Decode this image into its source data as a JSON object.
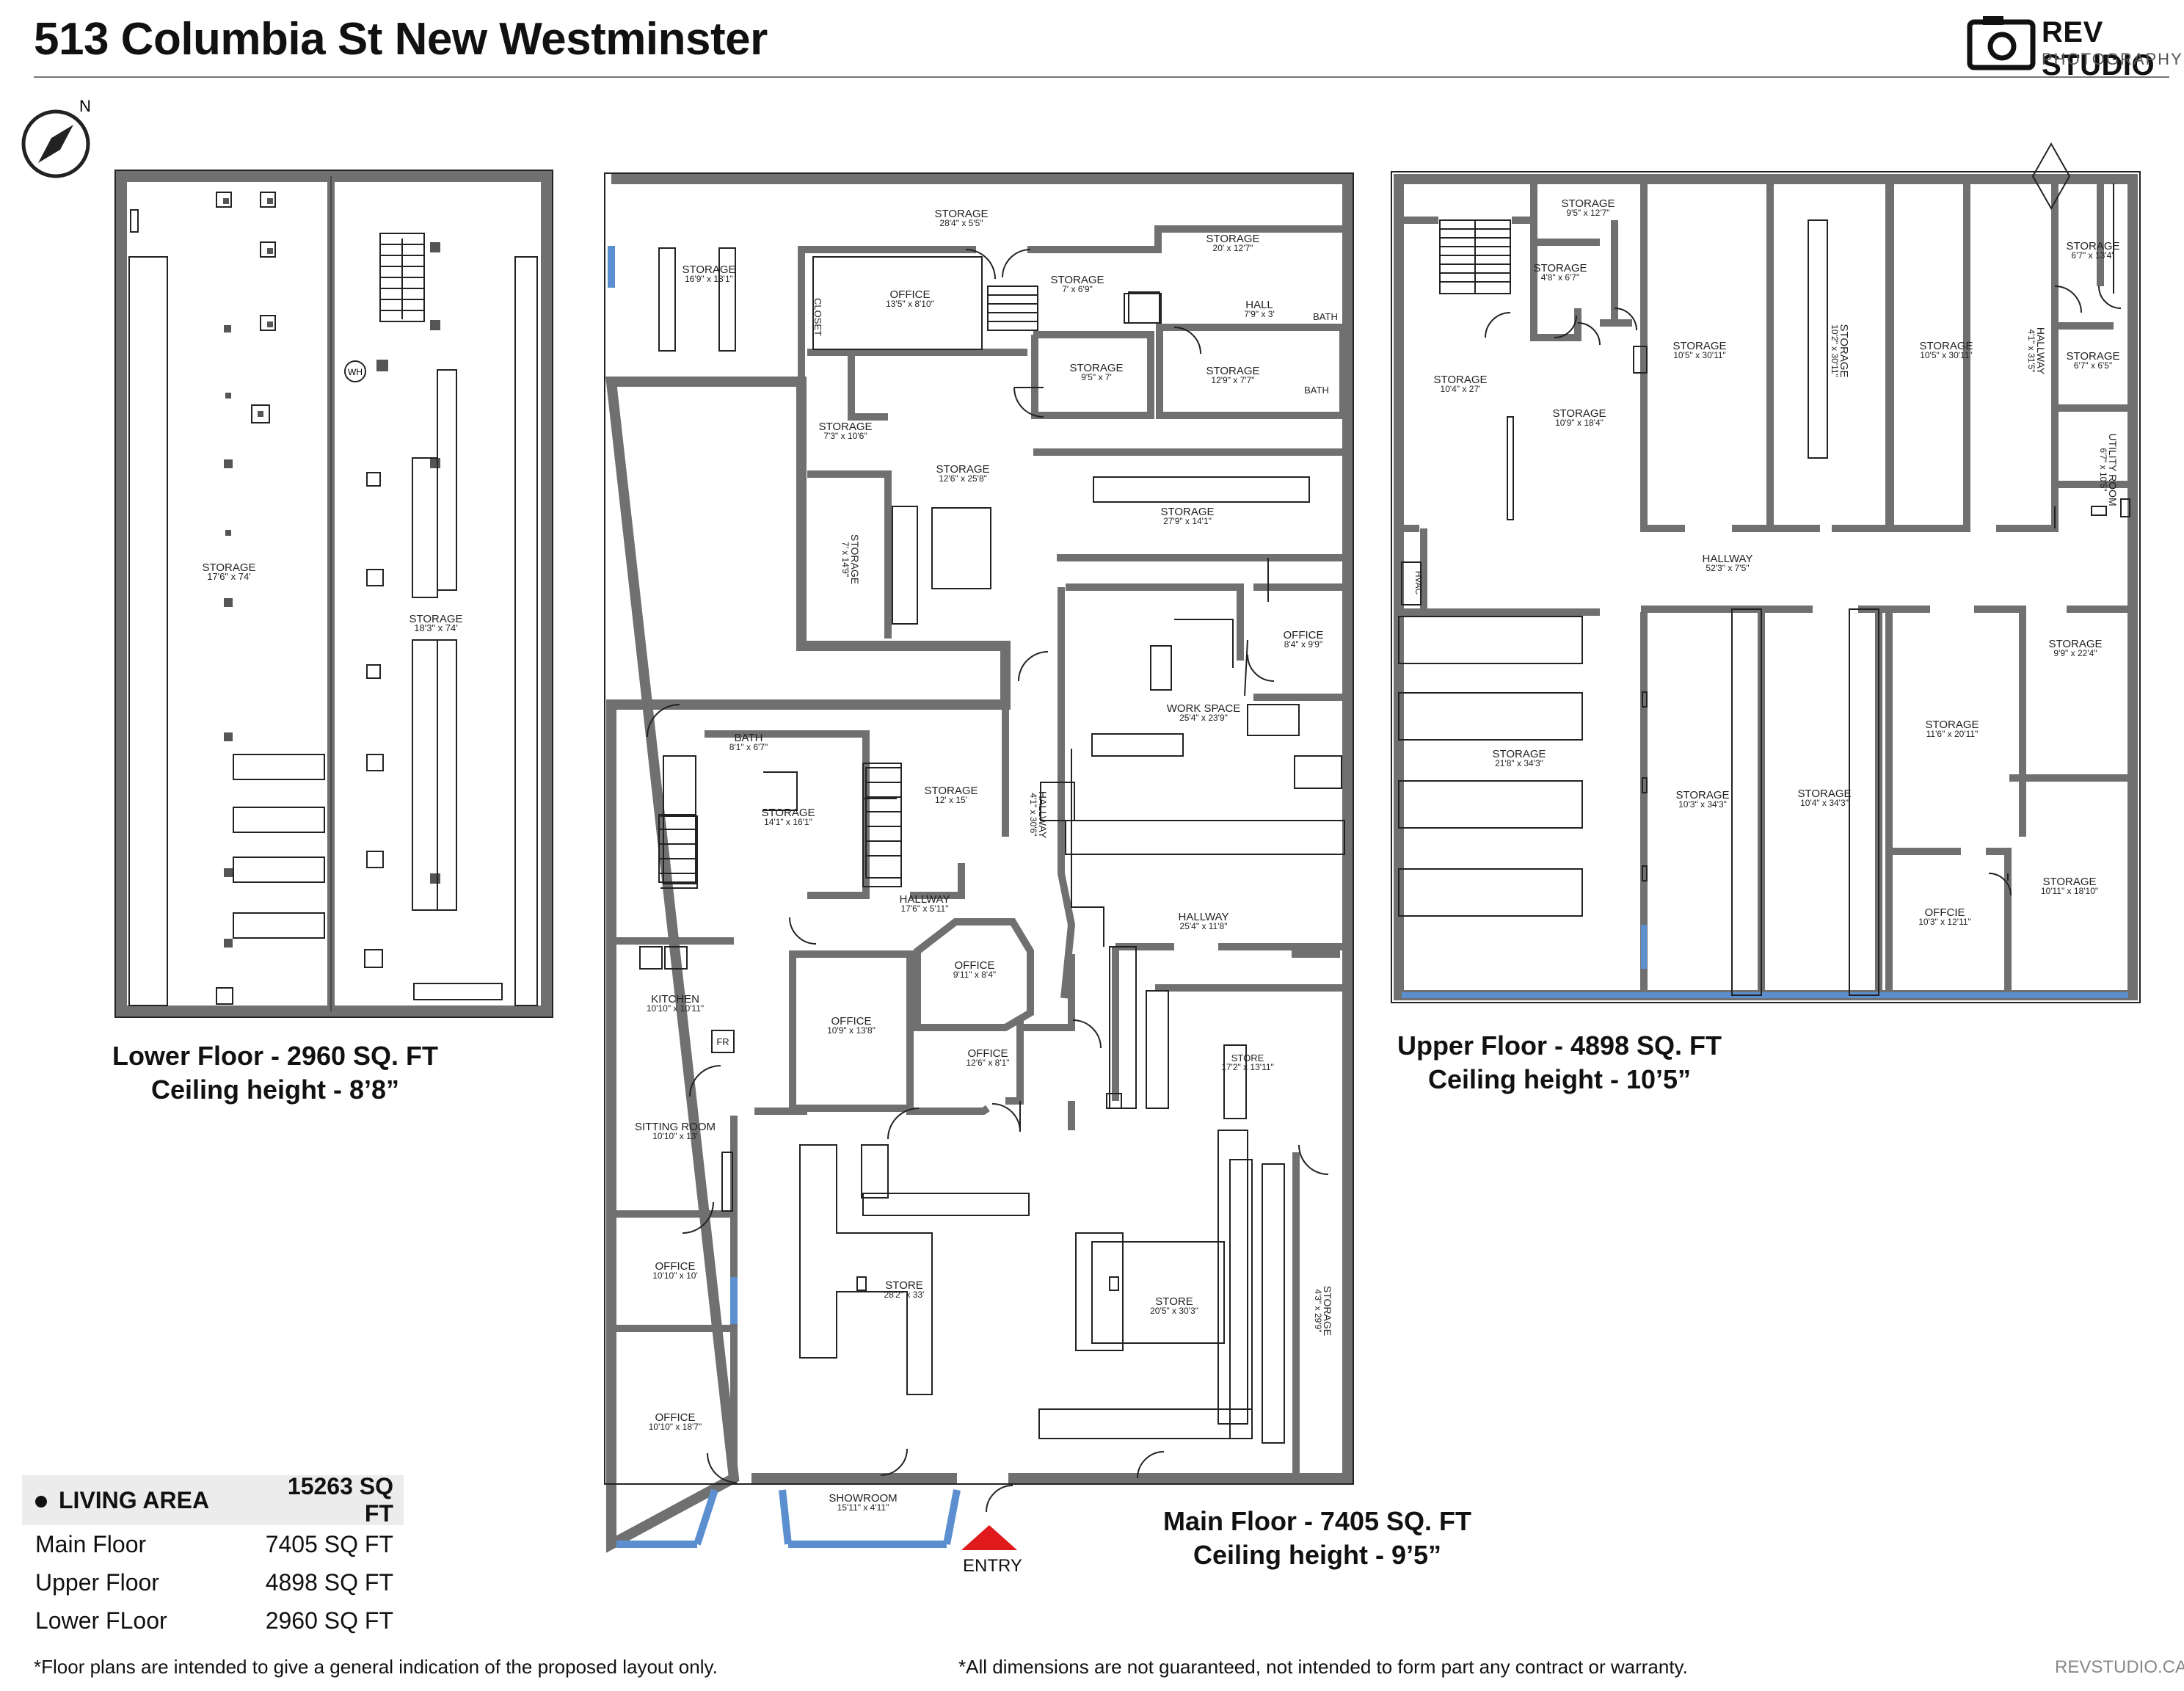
{
  "header": {
    "title": "513 Columbia St New Westminster",
    "logo_title": "REV STUDIO",
    "logo_subtitle": "PHOTOGRAPHY",
    "compass_label": "N"
  },
  "floors": {
    "lower": {
      "name": "Lower Floor - 2960 SQ. FT",
      "ceiling": "Ceiling height - 8’8”",
      "rooms": [
        {
          "label": "STORAGE",
          "dims": "17'6\" x 74'"
        },
        {
          "label": "STORAGE",
          "dims": "18'3\" x 74'"
        }
      ],
      "fixtures": {
        "water_heater": "WH"
      }
    },
    "main": {
      "name": "Main Floor - 7405 SQ. FT",
      "ceiling": "Ceiling height - 9’5”",
      "entry": "ENTRY",
      "rooms": [
        {
          "label": "STORAGE",
          "dims": "16'9\" x 18'1\""
        },
        {
          "label": "STORAGE",
          "dims": "28'4\" x 5'5\""
        },
        {
          "label": "STORAGE",
          "dims": "20' x 12'7\""
        },
        {
          "label": "CLOSET",
          "dims": ""
        },
        {
          "label": "OFFICE",
          "dims": "13'5\" x 8'10\""
        },
        {
          "label": "STORAGE",
          "dims": "7' x 6'9\""
        },
        {
          "label": "HALL",
          "dims": "7'9\" x 3'"
        },
        {
          "label": "BATH",
          "dims": ""
        },
        {
          "label": "STORAGE",
          "dims": "9'5\" x 7'"
        },
        {
          "label": "STORAGE",
          "dims": "12'9\" x 7'7\""
        },
        {
          "label": "BATH",
          "dims": ""
        },
        {
          "label": "STORAGE",
          "dims": "7'3\" x 10'6\""
        },
        {
          "label": "STORAGE",
          "dims": "12'6\" x 25'8\""
        },
        {
          "label": "STORAGE",
          "dims": "27'9\" x 14'1\""
        },
        {
          "label": "STORAGE",
          "dims": "7' x 14'9\""
        },
        {
          "label": "OFFICE",
          "dims": "8'4\" x 9'9\""
        },
        {
          "label": "WORK SPACE",
          "dims": "25'4\" x 23'9\""
        },
        {
          "label": "BATH",
          "dims": "8'1\" x 6'7\""
        },
        {
          "label": "STORAGE",
          "dims": "14'1\" x 16'1\""
        },
        {
          "label": "STORAGE",
          "dims": "12' x 15'"
        },
        {
          "label": "HALLWAY",
          "dims": "4'1\" x 30'6\""
        },
        {
          "label": "HALLWAY",
          "dims": "17'6\" x 5'11\""
        },
        {
          "label": "HALLWAY",
          "dims": "25'4\" x 11'8\""
        },
        {
          "label": "OFFICE",
          "dims": "9'11\" x 8'4\""
        },
        {
          "label": "KITCHEN",
          "dims": "10'10\" x 10'11\""
        },
        {
          "label": "FR",
          "dims": ""
        },
        {
          "label": "OFFICE",
          "dims": "10'9\" x 13'8\""
        },
        {
          "label": "OFFICE",
          "dims": "12'6\" x 8'1\""
        },
        {
          "label": "STORE",
          "dims": "17'2\" x 13'11\""
        },
        {
          "label": "SITTING ROOM",
          "dims": "10'10\" x 13'"
        },
        {
          "label": "OFFICE",
          "dims": "10'10\" x 10'"
        },
        {
          "label": "STORE",
          "dims": "28'2\" x 33'"
        },
        {
          "label": "STORE",
          "dims": "20'5\" x 30'3\""
        },
        {
          "label": "STORAGE",
          "dims": "4'3\" x 29'9\""
        },
        {
          "label": "OFFICE",
          "dims": "10'10\" x 18'7\""
        },
        {
          "label": "SHOWROOM",
          "dims": "15'11\" x 4'11\""
        }
      ]
    },
    "upper": {
      "name": "Upper Floor - 4898 SQ. FT",
      "ceiling": "Ceiling height - 10’5”",
      "rooms": [
        {
          "label": "STORAGE",
          "dims": "9'5\" x 12'7\""
        },
        {
          "label": "STORAGE",
          "dims": "4'8\" x 6'7\""
        },
        {
          "label": "STORAGE",
          "dims": "10'4\" x 27'"
        },
        {
          "label": "STORAGE",
          "dims": "10'9\" x 18'4\""
        },
        {
          "label": "STORAGE",
          "dims": "10'5\" x 30'11\""
        },
        {
          "label": "STORAGE",
          "dims": "10'2\" x 30'11\""
        },
        {
          "label": "STORAGE",
          "dims": "10'5\" x 30'11\""
        },
        {
          "label": "HALLWAY",
          "dims": "4'1\" x 31'5\""
        },
        {
          "label": "STORAGE",
          "dims": "6'7\" x 13'4\""
        },
        {
          "label": "STORAGE",
          "dims": "6'7\" x 6'5\""
        },
        {
          "label": "UTILITY ROOM",
          "dims": "6'7\" x 10'5\""
        },
        {
          "label": "HVAC",
          "dims": ""
        },
        {
          "label": "HALLWAY",
          "dims": "52'3\" x 7'5\""
        },
        {
          "label": "STORAGE",
          "dims": "9'9\" x 22'4\""
        },
        {
          "label": "STORAGE",
          "dims": "21'8\" x 34'3\""
        },
        {
          "label": "STORAGE",
          "dims": "10'3\" x 34'3\""
        },
        {
          "label": "STORAGE",
          "dims": "10'4\" x 34'3\""
        },
        {
          "label": "STORAGE",
          "dims": "11'6\" x 20'11\""
        },
        {
          "label": "OFFCIE",
          "dims": "10'3\" x 12'11\""
        },
        {
          "label": "STORAGE",
          "dims": "10'11\" x 18'10\""
        }
      ]
    }
  },
  "summary": {
    "header_label": "LIVING AREA",
    "header_value": "15263 SQ FT",
    "rows": [
      {
        "label": "Main Floor",
        "value": "7405 SQ FT"
      },
      {
        "label": "Upper Floor",
        "value": "4898 SQ FT"
      },
      {
        "label": "Lower FLoor",
        "value": "2960 SQ FT"
      }
    ]
  },
  "footer": {
    "left_note": "*Floor plans are intended to give a general indication of the proposed layout only.",
    "mid_note": "*All dimensions are not guaranteed, not intended to form part any contract or warranty.",
    "site": "REVSTUDIO.CA"
  },
  "colors": {
    "wall": "#707070",
    "wall_edge": "#222222",
    "window": "#5b8fd0",
    "entry": "#e01a1a"
  }
}
